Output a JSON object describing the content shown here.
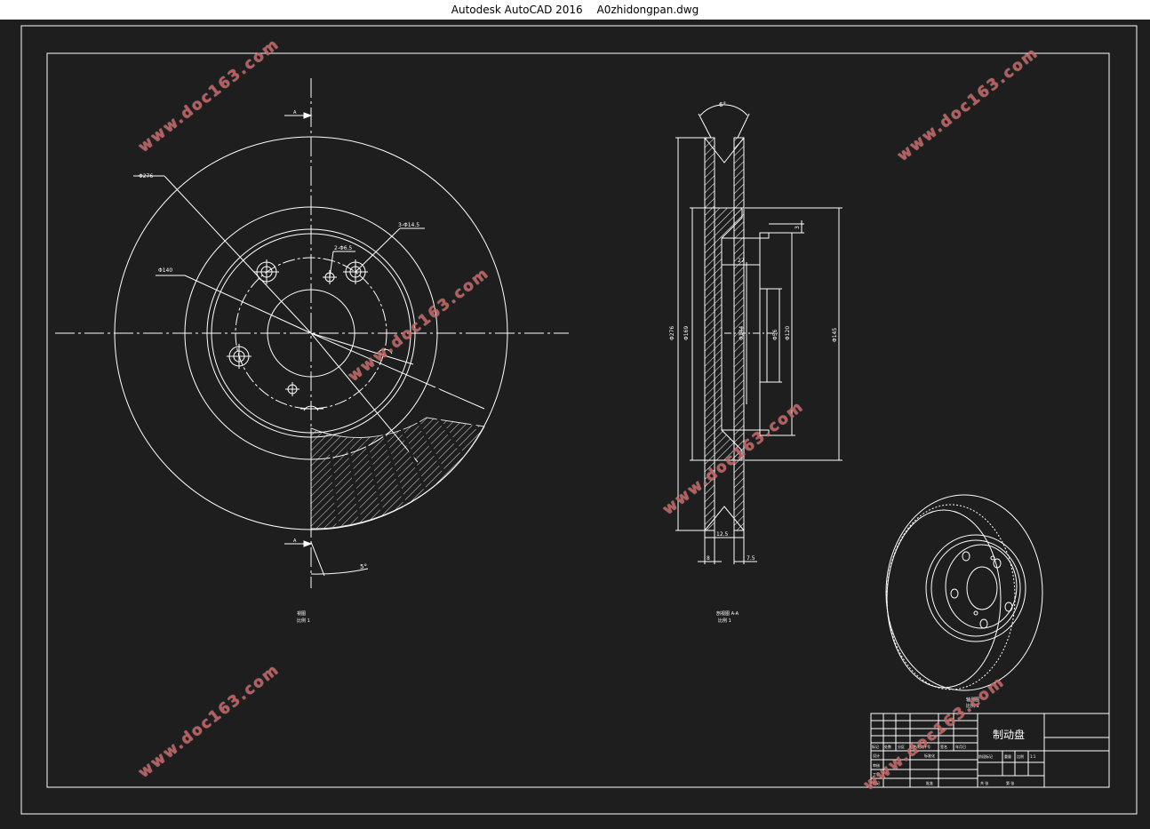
{
  "window": {
    "app_title": "Autodesk AutoCAD 2016",
    "file_name": "A0zhidongpan.dwg"
  },
  "drawing": {
    "front_view": {
      "section_mark_top": "A",
      "section_mark_bottom": "A",
      "dim_outer": "Φ276",
      "dim_inner": "Φ140",
      "dim_holes": "2-Φ6.5",
      "dim_bolt_holes": "3-Φ14.5",
      "angle_mark": "5°",
      "view_caption_line1": "視图",
      "view_caption_line2": "比例 1"
    },
    "section_view": {
      "dim_angle": "6°",
      "dim_d1": "Φ276",
      "dim_d2": "Φ169",
      "dim_d3": "Φ144",
      "dim_d4": "Φ56",
      "dim_d5": "Φ120",
      "dim_h": "Φ145",
      "dim_27": "27",
      "dim_3": "3",
      "dim_12_5": "12.5",
      "dim_8": "8",
      "dim_7_5": "7.5",
      "view_caption_line1": "剖视图 A-A",
      "view_caption_line2": "比例 1"
    },
    "iso_view": {
      "caption_line1": "轴测图",
      "caption_line2": "比例 1"
    },
    "title_block": {
      "part_name": "制动盘",
      "row_labels": [
        "标记",
        "设计",
        "审核",
        "工艺"
      ],
      "header_cells": [
        "标记",
        "处数",
        "分区",
        "更改文件号",
        "签名",
        "年月日"
      ],
      "std_label": "标准化",
      "stage_label": "阶段标记",
      "weight_label": "重量",
      "scale_label": "比例",
      "scale_value": "1:1",
      "sheet_label": "共 张",
      "page_label": "第 张",
      "approve_label": "批准"
    },
    "watermarks": [
      "www.doc163.com",
      "www.doc163.com",
      "www.doc163.com",
      "www.doc163.com",
      "www.doc163.com",
      "www.doc163.com"
    ]
  },
  "colors": {
    "background": "#1e1e1e",
    "line": "#ffffff",
    "watermark": "#c86464"
  }
}
